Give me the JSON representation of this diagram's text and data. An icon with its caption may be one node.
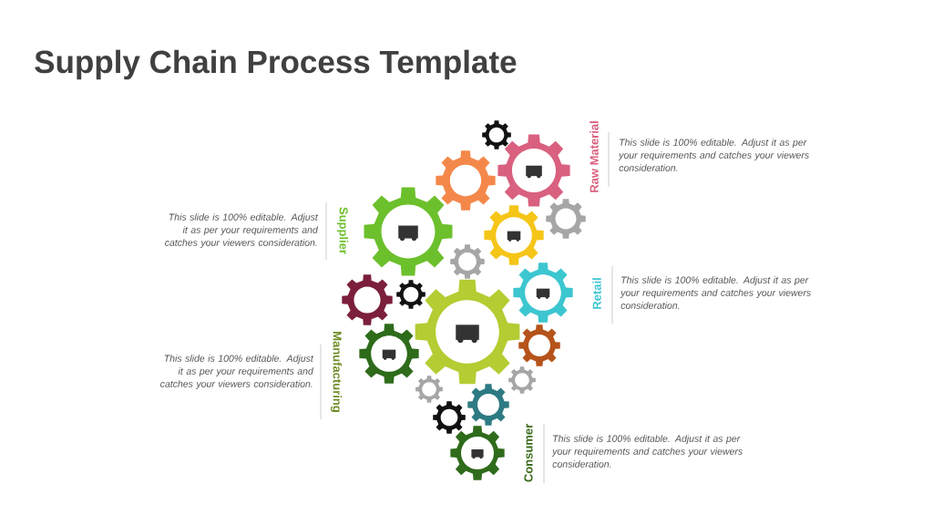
{
  "diagram": {
    "title": "Supply Chain Process Template",
    "labels": [
      "Raw Material",
      "This slide is 100% editable.  Adjust it as per your requirements and catches your viewers consideration.",
      "Supplier",
      "This slide is 100% editable.  Adjust it as per your requirements and catches your viewers consideration.",
      "Retail",
      "This slide is 100% editable.  Adjust it as per your requirements and catches your viewers consideration.",
      "Manufacturing",
      "This slide is 100% editable.  Adjust it as per your requirements and catches your viewers consideration.",
      "Consumer",
      "This slide is 100% editable.  Adjust it as per your requirements and catches your viewers consideration."
    ]
  }
}
